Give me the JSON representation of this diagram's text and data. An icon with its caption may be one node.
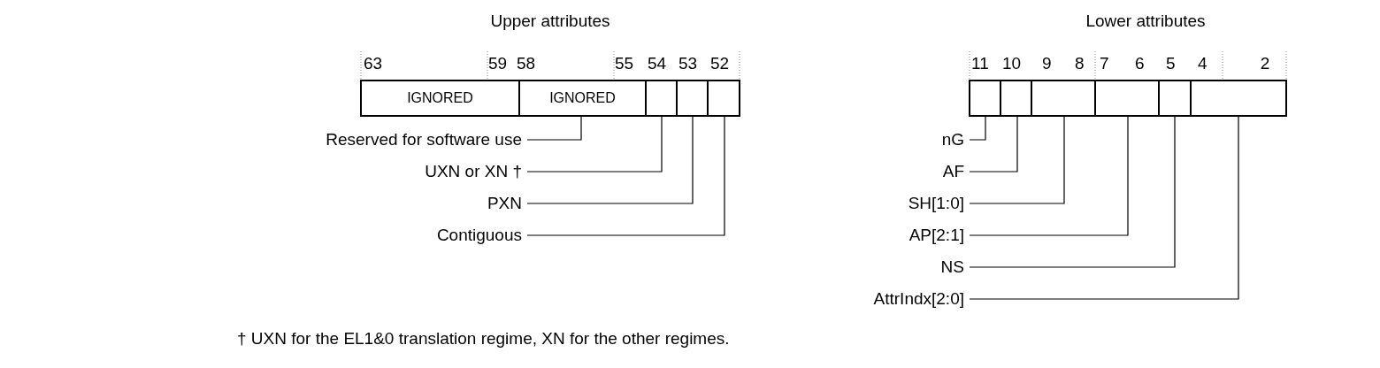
{
  "diagram": {
    "caption": "† UXN for the EL1&0 translation regime, XN for the other regimes.",
    "nodes": [
      {
        "text": [
          "IGNORED"
        ]
      },
      {
        "text": [
          "IGNORED"
        ]
      },
      {
        "text": [],
        "shape": "box"
      },
      {
        "text": [],
        "shape": "box"
      },
      {
        "text": [],
        "shape": "box"
      },
      {
        "text": [],
        "shape": "box"
      },
      {
        "text": [],
        "shape": "box"
      },
      {
        "text": [],
        "shape": "box"
      },
      {
        "text": [],
        "shape": "box"
      },
      {
        "text": [],
        "shape": "box"
      },
      {
        "text": [],
        "shape": "box"
      },
      {
        "text": [
          "Reserved for software use"
        ]
      },
      {
        "text": [
          "UXN or XN †"
        ]
      },
      {
        "text": [
          "PXN"
        ]
      },
      {
        "text": [
          "Contiguous"
        ]
      },
      {
        "text": [
          "nG"
        ]
      },
      {
        "text": [
          "AF"
        ]
      },
      {
        "text": [
          "SH[1:0]"
        ]
      },
      {
        "text": [
          "AP[2:1]"
        ]
      },
      {
        "text": [
          "NS"
        ]
      },
      {
        "text": [
          "AttrIndx[2:0]"
        ]
      }
    ],
    "edges": [
      {
        "from": 11,
        "to": 1,
        "arrow": "none"
      },
      {
        "from": 12,
        "to": 2,
        "arrow": "none"
      },
      {
        "from": 13,
        "to": 3,
        "arrow": "none"
      },
      {
        "from": 14,
        "to": 4,
        "arrow": "none"
      },
      {
        "from": 15,
        "to": 5,
        "arrow": "none"
      },
      {
        "from": 16,
        "to": 6,
        "arrow": "none"
      },
      {
        "from": 17,
        "to": 7,
        "arrow": "none"
      },
      {
        "from": 18,
        "to": 8,
        "arrow": "none"
      },
      {
        "from": 19,
        "to": 9,
        "arrow": "none"
      },
      {
        "from": 20,
        "to": 10,
        "arrow": "none"
      }
    ],
    "labels": [
      "Upper attributes",
      "Lower attributes",
      "63",
      "59",
      "58",
      "55",
      "54",
      "53",
      "52",
      "11",
      "10",
      "9",
      "8",
      "7",
      "6",
      "5",
      "4",
      "2"
    ]
  }
}
